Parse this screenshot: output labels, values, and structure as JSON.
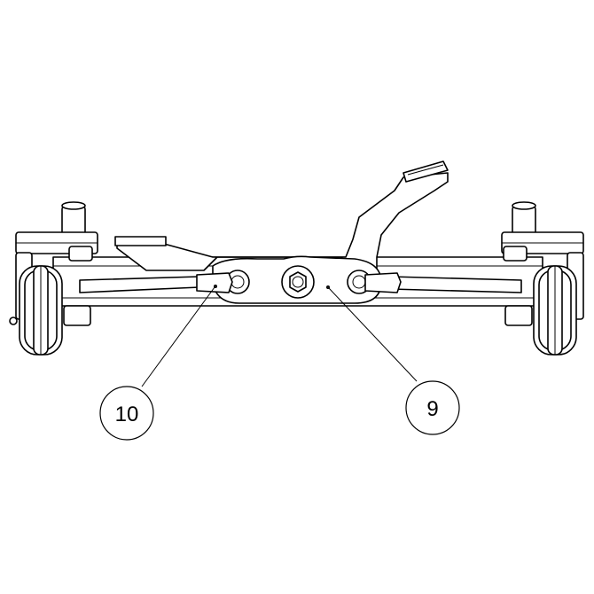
{
  "callouts": [
    {
      "label": "10",
      "target": "tie-rod-end"
    },
    {
      "label": "9",
      "target": "pivot-plate"
    }
  ],
  "colors": {
    "line": "#000000",
    "background": "#ffffff"
  }
}
